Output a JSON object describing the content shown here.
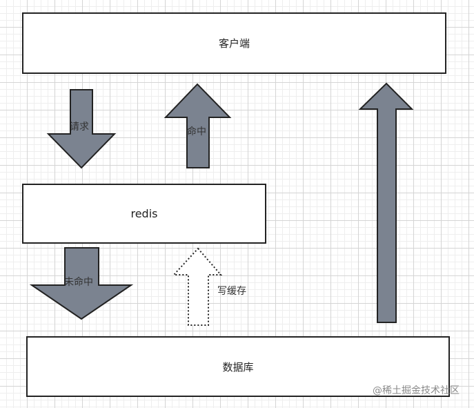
{
  "nodes": {
    "client": "客户端",
    "redis": "redis",
    "database": "数据库"
  },
  "edges": {
    "request": "请求",
    "hit": "命中",
    "miss": "未命中",
    "write_cache": "写缓存",
    "db_to_client": ""
  },
  "watermark": "@稀土掘金技术社区",
  "colors": {
    "arrow_fill": "#7b8390",
    "arrow_stroke": "#222222",
    "box_border": "#222222"
  }
}
